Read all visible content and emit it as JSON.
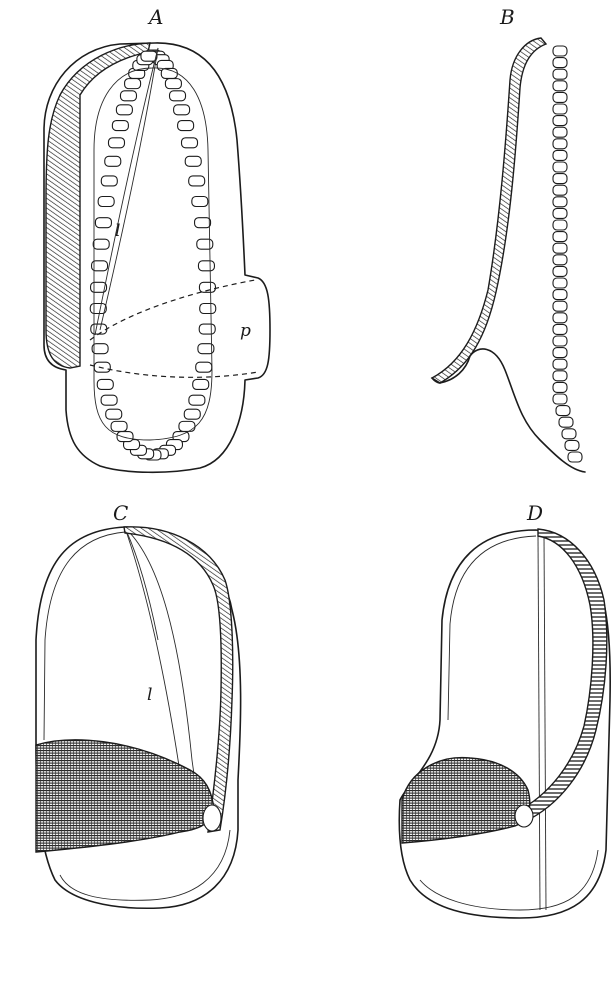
{
  "panels": {
    "a": {
      "letter": "A",
      "labels": {
        "l": "l",
        "p": "p"
      }
    },
    "b": {
      "letter": "B"
    },
    "c": {
      "letter": "C",
      "labels": {
        "l": "l"
      }
    },
    "d": {
      "letter": "D"
    }
  }
}
